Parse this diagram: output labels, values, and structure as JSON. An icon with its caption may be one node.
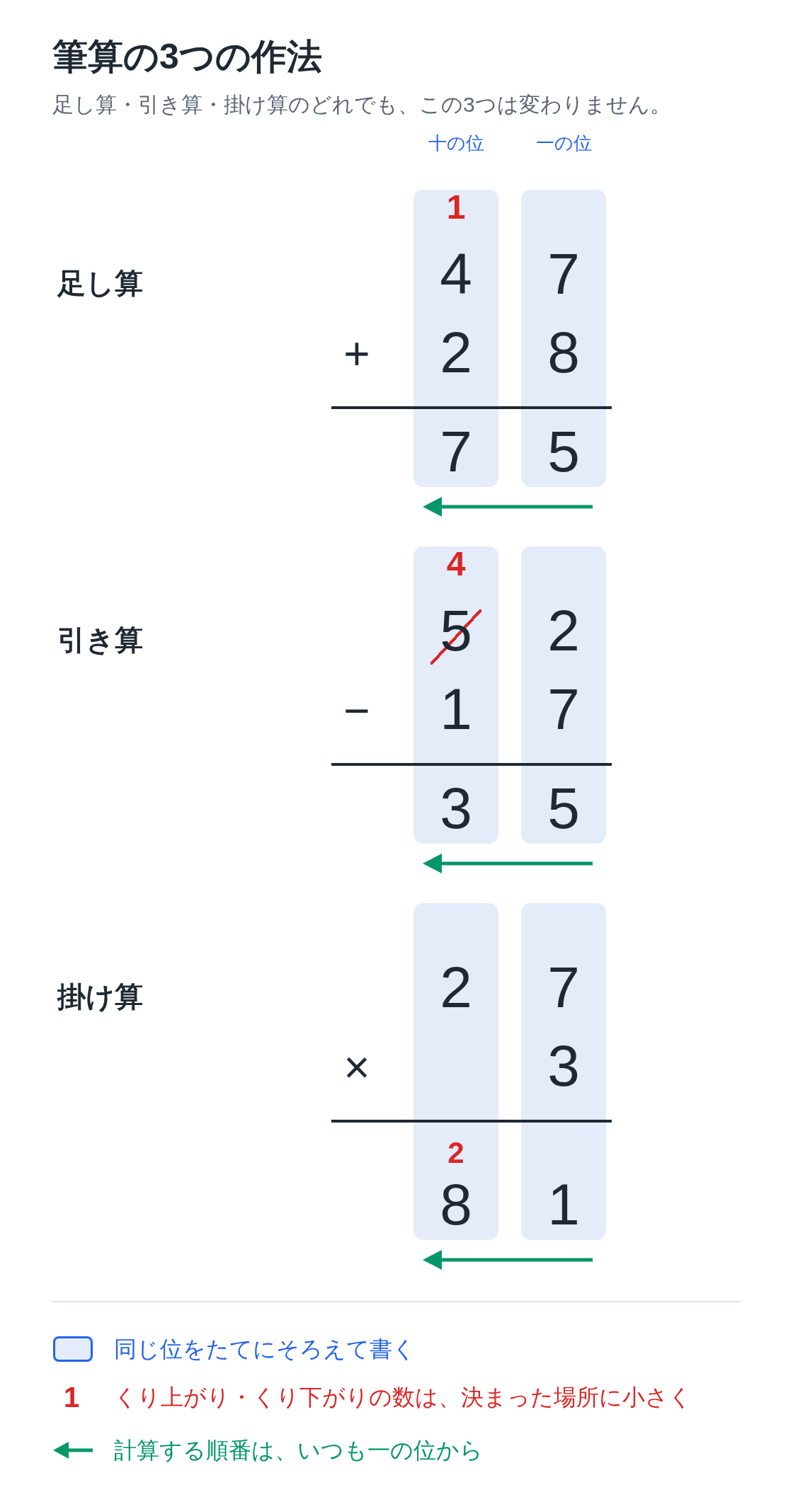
{
  "diagram": {
    "title": "筆算の3つの作法",
    "nodes": [
      {
        "text": [
          "1",
          "4",
          "2",
          "7"
        ]
      },
      {
        "text": [
          "7",
          "8",
          "5"
        ]
      },
      {
        "text": [
          "4",
          "5",
          "1",
          "3"
        ]
      },
      {
        "text": [
          "2",
          "7",
          "5"
        ]
      },
      {
        "text": [
          "2",
          "2",
          "8"
        ]
      },
      {
        "text": [
          "7",
          "3",
          "1"
        ]
      }
    ],
    "labels": [
      "足し算・引き算・掛け算のどれでも、この3つは変わりません。",
      "十の位",
      "一の位",
      "足し算",
      "+",
      "引き算",
      "−",
      "掛け算",
      "×",
      "1"
    ],
    "legend": [
      {
        "text": "同じ位をたてにそろえて書く",
        "color": "#e4ecf9"
      },
      {
        "text": "くり上がり・くり下がりの数は、決まった場所に小さく",
        "color": "#dc2626"
      },
      {
        "text": "計算する順番は、いつも一の位から"
      }
    ]
  }
}
